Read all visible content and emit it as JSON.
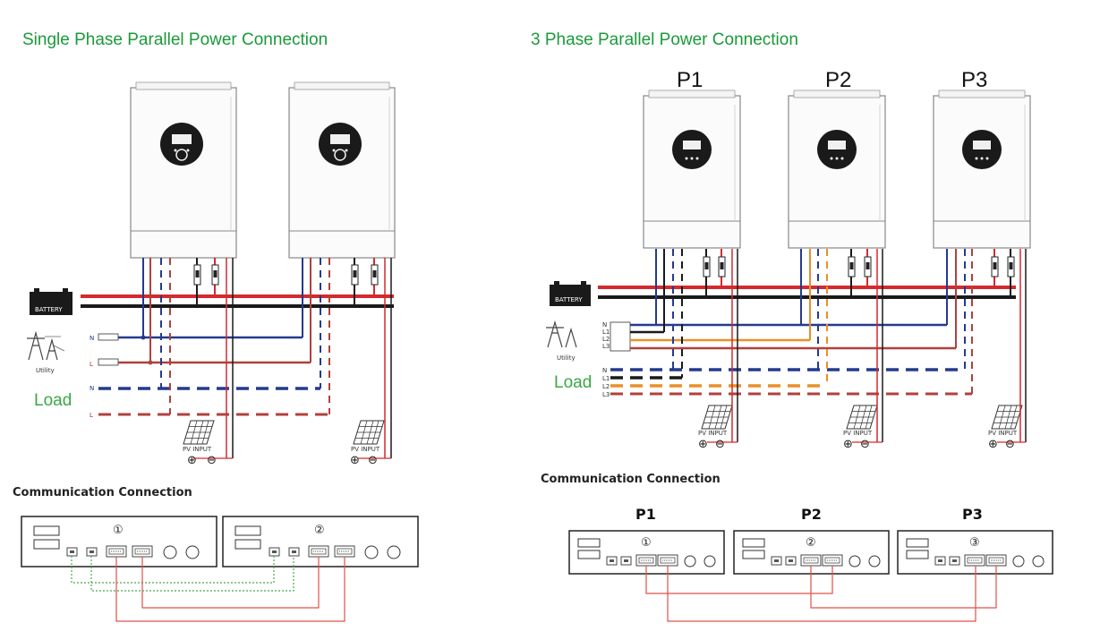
{
  "single": {
    "title": "Single Phase Parallel Power Connection",
    "battery_label": "BATTERY",
    "utility_label": "Utility",
    "load_label": "Load",
    "wire_n": "N",
    "wire_l": "L",
    "pv_label": "PV INPUT"
  },
  "three": {
    "title": "3 Phase Parallel Power Connection",
    "units": [
      "P1",
      "P2",
      "P3"
    ],
    "battery_label": "BATTERY",
    "utility_label": "Utility",
    "load_label": "Load",
    "wires": [
      "N",
      "L1",
      "L2",
      "L3"
    ],
    "pv_label": "PV INPUT"
  },
  "communication": {
    "title_left": "Communication Connection",
    "title_right": "Communication Connection",
    "left_nums": [
      "①",
      "②"
    ],
    "right_units": [
      "P1",
      "P2",
      "P3"
    ],
    "right_nums": [
      "①",
      "②",
      "③"
    ]
  },
  "colors": {
    "title_green": "#1a9a3a",
    "load_green": "#3aa845",
    "wire_red": "#d42a2e",
    "wire_black": "#1a1a1a",
    "wire_blue": "#243a8f",
    "wire_orange": "#e8902a",
    "wire_brown": "#b0413e",
    "comm_red": "#e0504a",
    "comm_green": "#4aa84a"
  },
  "icons": [
    "inverter-unit",
    "battery-icon",
    "utility-tower-icon",
    "pv-panel-icon",
    "plus-icon",
    "minus-icon",
    "comm-port-icon"
  ]
}
